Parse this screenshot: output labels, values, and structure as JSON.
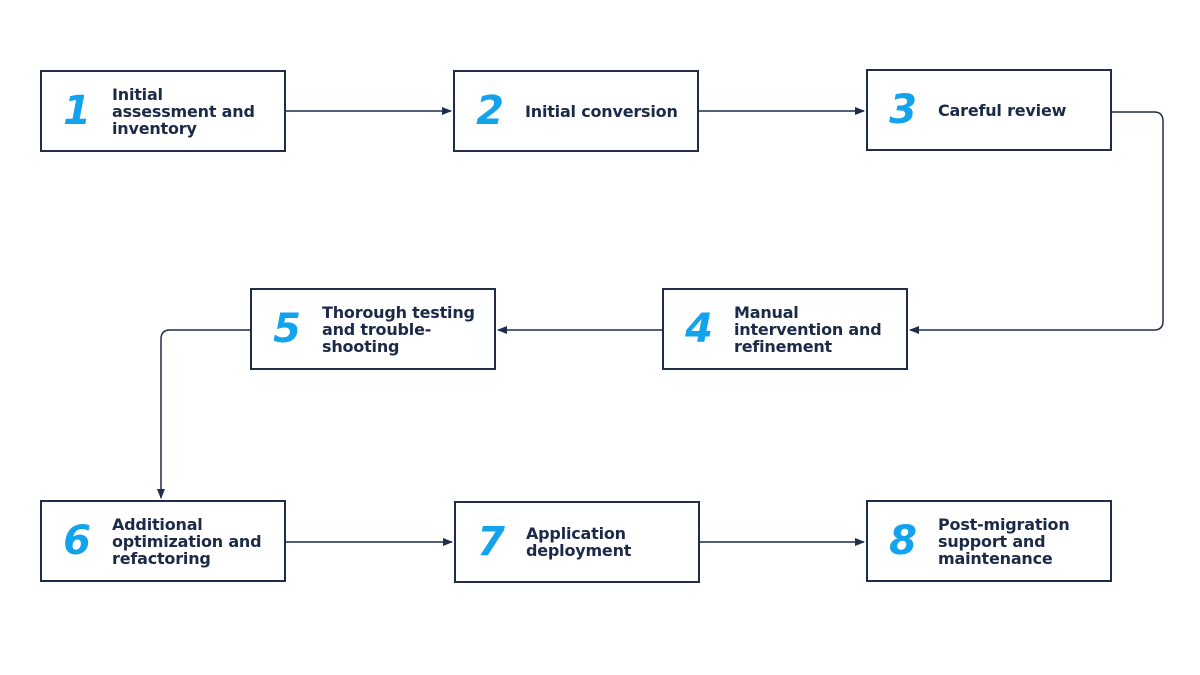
{
  "steps": [
    {
      "number": "1",
      "label": "Initial assessment and inventory"
    },
    {
      "number": "2",
      "label": "Initial conversion"
    },
    {
      "number": "3",
      "label": "Careful review"
    },
    {
      "number": "4",
      "label": "Manual intervention and refinement"
    },
    {
      "number": "5",
      "label": "Thorough testing and trouble-shooting"
    },
    {
      "number": "6",
      "label": "Additional optimization and refactoring"
    },
    {
      "number": "7",
      "label": "Application deployment"
    },
    {
      "number": "8",
      "label": "Post-migration support and maintenance"
    }
  ],
  "colors": {
    "box_border": "#1f2d4a",
    "number": "#12a3ec",
    "text": "#1c2a48",
    "arrow": "#1f2d4a"
  }
}
